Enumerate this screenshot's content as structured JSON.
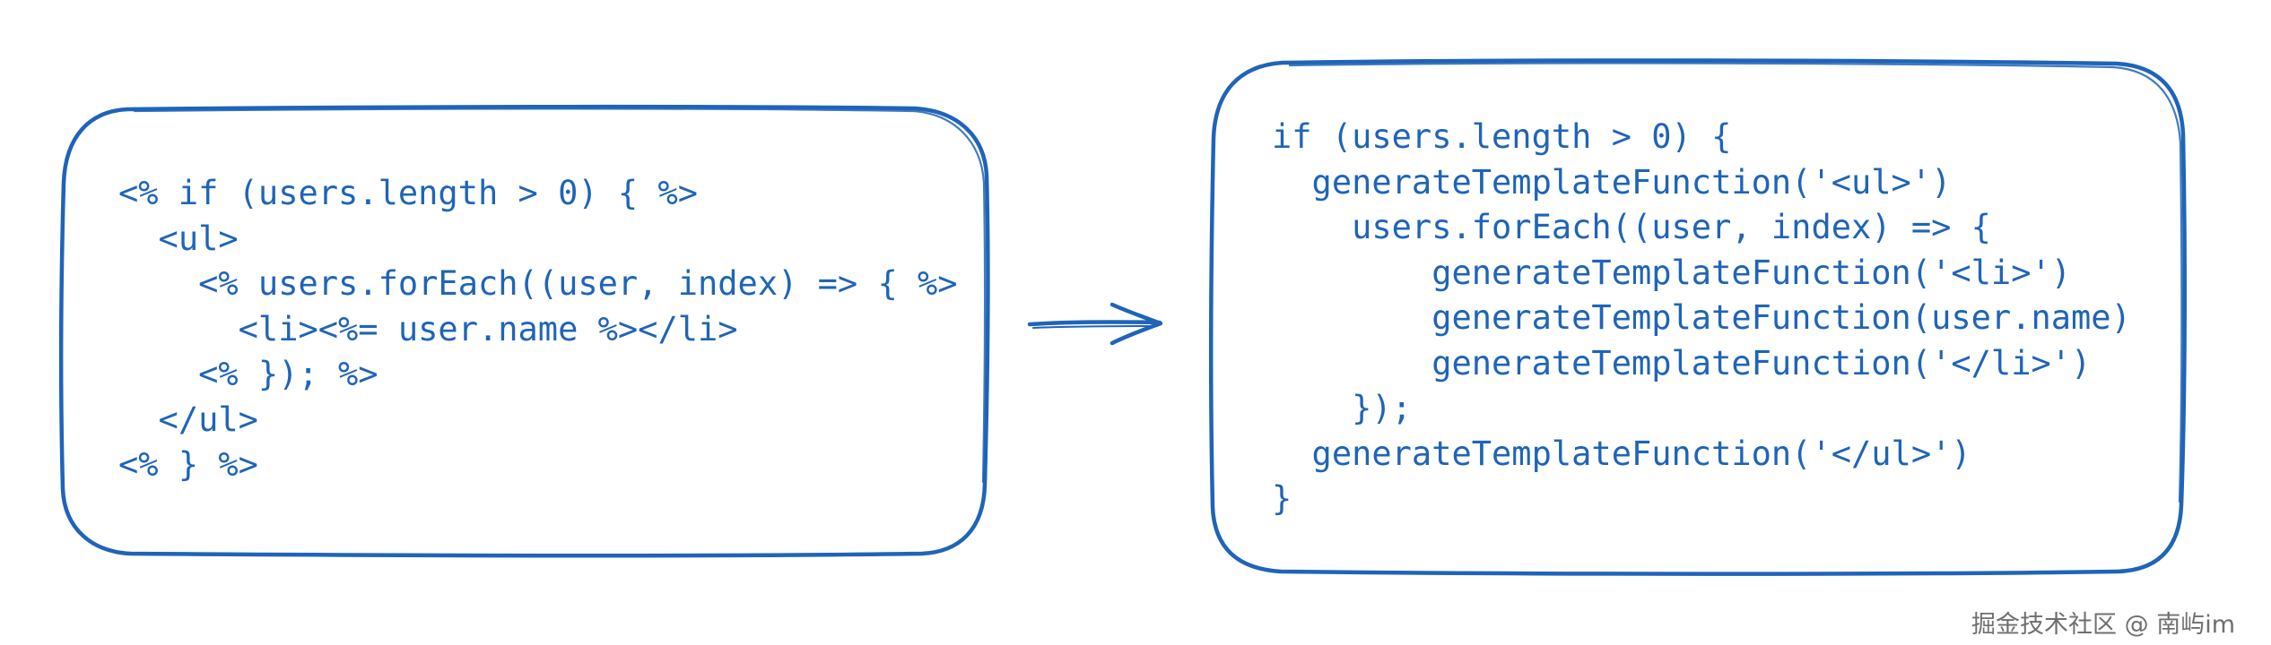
{
  "colors": {
    "stroke": "#1f64b8",
    "text": "#1f64b8",
    "watermark": "#6f6f6f"
  },
  "left_box": {
    "lines": [
      "<% if (users.length > 0) { %>",
      "  <ul>",
      "    <% users.forEach((user, index) => { %>",
      "      <li><%= user.name %></li>",
      "    <% }); %>",
      "  </ul>",
      "<% } %>"
    ]
  },
  "right_box": {
    "lines": [
      "if (users.length > 0) {",
      "  generateTemplateFunction('<ul>')",
      "    users.forEach((user, index) => {",
      "        generateTemplateFunction('<li>')",
      "        generateTemplateFunction(user.name)",
      "        generateTemplateFunction('</li>')",
      "    });",
      "  generateTemplateFunction('</ul>')",
      "}"
    ]
  },
  "arrow": {
    "icon": "arrow-right-icon"
  },
  "watermark": {
    "text": "掘金技术社区 @ 南屿im"
  }
}
